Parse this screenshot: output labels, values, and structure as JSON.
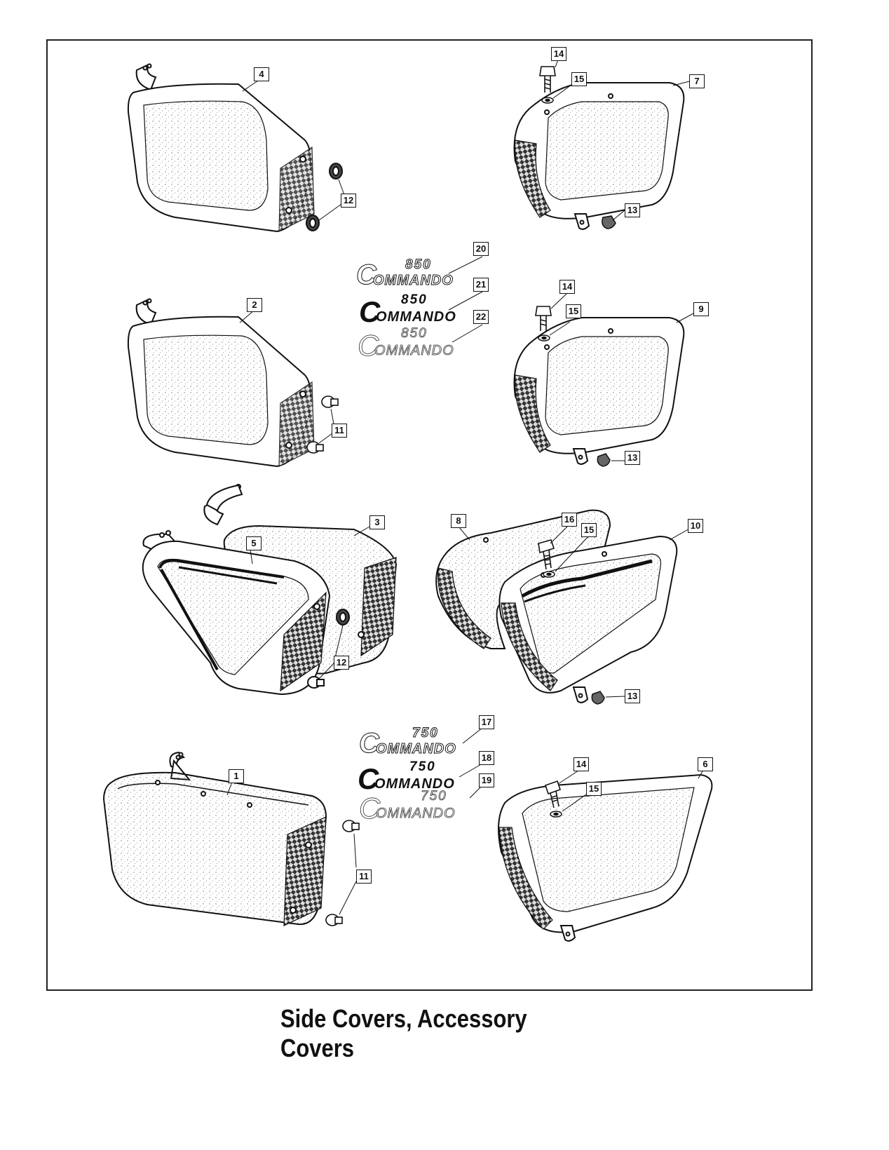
{
  "caption": "Side Covers, Accessory Covers",
  "callouts": {
    "c1": "1",
    "c2": "2",
    "c3": "3",
    "c4": "4",
    "c5": "5",
    "c6": "6",
    "c7": "7",
    "c8": "8",
    "c9": "9",
    "c10": "10",
    "c11a": "11",
    "c11b": "11",
    "c12a": "12",
    "c12b": "12",
    "c13a": "13",
    "c13b": "13",
    "c13c": "13",
    "c14a": "14",
    "c14b": "14",
    "c14c": "14",
    "c15a": "15",
    "c15b": "15",
    "c15c": "15",
    "c15d": "15",
    "c16": "16",
    "c17": "17",
    "c18": "18",
    "c19": "19",
    "c20": "20",
    "c21": "21",
    "c22": "22"
  },
  "logos": {
    "850": {
      "number": "850",
      "initial": "C",
      "word": "OMMANDO"
    },
    "750": {
      "number": "750",
      "initial": "C",
      "word": "OMMANDO"
    }
  },
  "colors": {
    "ink": "#111111",
    "paper": "#ffffff",
    "stipple": "#8a8a8a"
  }
}
